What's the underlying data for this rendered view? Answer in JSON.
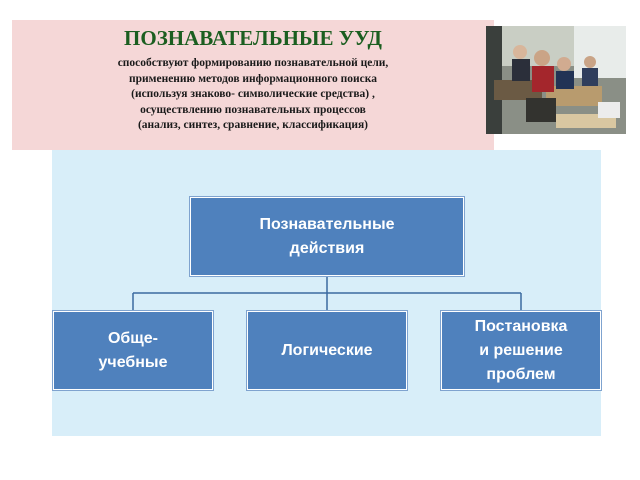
{
  "header": {
    "title": "ПОЗНАВАТЕЛЬНЫЕ УУД",
    "description_lines": [
      "способствуют формированию познавательной цели,",
      "применению методов информационного поиска",
      "(используя знаково- символические средства) ,",
      "осуществлению познавательных процессов",
      "(анализ, синтез, сравнение, классификация)"
    ]
  },
  "diagram": {
    "root": {
      "label": "Познавательные\nдействия"
    },
    "children": [
      {
        "label": "Обще-\nучебные"
      },
      {
        "label": "Логические"
      },
      {
        "label": "Постановка\nи решение\nпроблем"
      }
    ]
  },
  "colors": {
    "header_bg": "#f5d7d7",
    "title": "#1b5e20",
    "diagram_bg": "#d8eef9",
    "node_fill": "#4f81bd",
    "connector": "#3b6aa0"
  }
}
